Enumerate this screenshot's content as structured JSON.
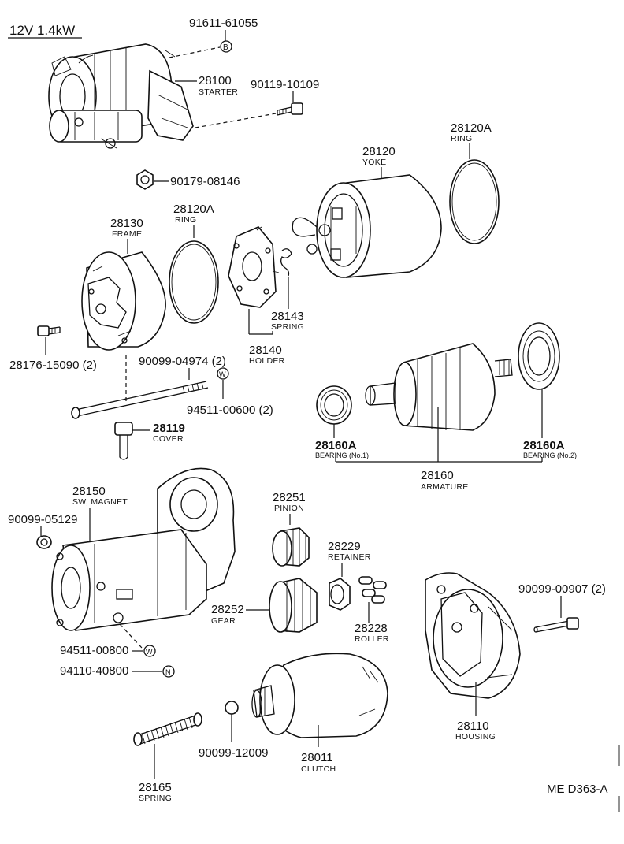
{
  "title": "12V 1.4kW",
  "ref_code": "ME D363-A",
  "symbols": {
    "b": "B",
    "w": "W",
    "n": "N"
  },
  "parts": {
    "p91611": {
      "num": "91611-61055"
    },
    "p28100": {
      "num": "28100",
      "name": "STARTER"
    },
    "p90119": {
      "num": "90119-10109"
    },
    "p90179": {
      "num": "90179-08146"
    },
    "p28120": {
      "num": "28120",
      "name": "YOKE"
    },
    "p28120A_top": {
      "num": "28120A",
      "name": "RING"
    },
    "p28120A_mid": {
      "num": "28120A",
      "name": "RING"
    },
    "p28130": {
      "num": "28130",
      "name": "FRAME"
    },
    "p28143": {
      "num": "28143",
      "name": "SPRING"
    },
    "p28140": {
      "num": "28140",
      "name": "HOLDER"
    },
    "p28176": {
      "num": "28176-15090 (2)"
    },
    "p90099_04974": {
      "num": "90099-04974 (2)"
    },
    "p94511_00600": {
      "num": "94511-00600 (2)"
    },
    "p28119": {
      "num": "28119",
      "name": "COVER"
    },
    "p28160A_1": {
      "num": "28160A",
      "name": "BEARING (No.1)"
    },
    "p28160A_2": {
      "num": "28160A",
      "name": "BEARING (No.2)"
    },
    "p28160": {
      "num": "28160",
      "name": "ARMATURE"
    },
    "p28150": {
      "num": "28150",
      "name": "SW, MAGNET"
    },
    "p90099_05129": {
      "num": "90099-05129"
    },
    "p28251": {
      "num": "28251",
      "name": "PINION"
    },
    "p28229": {
      "num": "28229",
      "name": "RETAINER"
    },
    "p28252": {
      "num": "28252",
      "name": "GEAR"
    },
    "p28228": {
      "num": "28228",
      "name": "ROLLER"
    },
    "p90099_00907": {
      "num": "90099-00907 (2)"
    },
    "p94511_00800": {
      "num": "94511-00800"
    },
    "p94110_40800": {
      "num": "94110-40800"
    },
    "p28110": {
      "num": "28110",
      "name": "HOUSING"
    },
    "p28165": {
      "num": "28165",
      "name": "SPRING"
    },
    "p90099_12009": {
      "num": "90099-12009"
    },
    "p28011": {
      "num": "28011",
      "name": "CLUTCH"
    }
  }
}
